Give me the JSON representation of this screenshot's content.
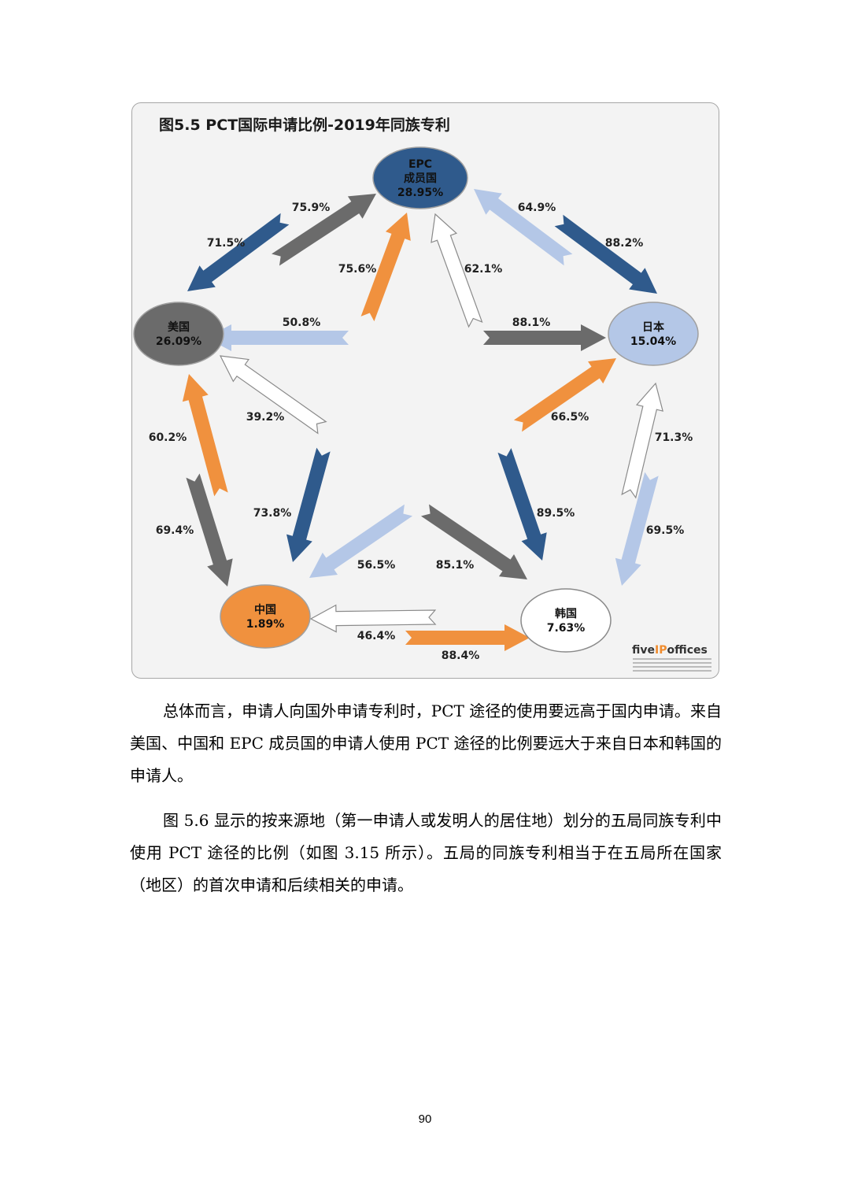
{
  "figure": {
    "title": "图5.5 PCT国际申请比例-2019年同族专利",
    "nodes": {
      "epc": {
        "name1": "EPC",
        "name2": "成员国",
        "pct": "28.95%",
        "color": "#2f5a8c"
      },
      "us": {
        "name": "美国",
        "pct": "26.09%",
        "color": "#6b6b6b"
      },
      "japan": {
        "name": "日本",
        "pct": "15.04%",
        "color": "#b4c7e7"
      },
      "china": {
        "name": "中国",
        "pct": "1.89%",
        "color": "#f0913e"
      },
      "korea": {
        "name": "韩国",
        "pct": "7.63%",
        "color": "#ffffff"
      }
    },
    "flows": [
      {
        "from": "美国",
        "to": "EPC成员国",
        "value": "75.9%"
      },
      {
        "from": "EPC成员国",
        "to": "美国",
        "value": "71.5%"
      },
      {
        "from": "中国",
        "to": "EPC成员国",
        "value": "75.6%"
      },
      {
        "from": "韩国",
        "to": "EPC成员国",
        "value": "62.1%"
      },
      {
        "from": "日本",
        "to": "EPC成员国",
        "value": "64.9%"
      },
      {
        "from": "EPC成员国",
        "to": "日本",
        "value": "88.2%"
      },
      {
        "from": "日本",
        "to": "美国",
        "value": "50.8%"
      },
      {
        "from": "美国",
        "to": "日本",
        "value": "88.1%"
      },
      {
        "from": "韩国",
        "to": "美国",
        "value": "39.2%"
      },
      {
        "from": "中国",
        "to": "日本",
        "value": "66.5%"
      },
      {
        "from": "中国",
        "to": "美国",
        "value": "60.2%"
      },
      {
        "from": "美国",
        "to": "中国",
        "value": "69.4%"
      },
      {
        "from": "EPC成员国",
        "to": "中国",
        "value": "73.8%"
      },
      {
        "from": "EPC成员国",
        "to": "韩国",
        "value": "89.5%"
      },
      {
        "from": "韩国",
        "to": "日本",
        "value": "71.3%"
      },
      {
        "from": "日本",
        "to": "韩国",
        "value": "69.5%"
      },
      {
        "from": "日本",
        "to": "中国",
        "value": "56.5%"
      },
      {
        "from": "美国",
        "to": "韩国",
        "value": "85.1%"
      },
      {
        "from": "韩国",
        "to": "中国",
        "value": "46.4%"
      },
      {
        "from": "中国",
        "to": "韩国",
        "value": "88.4%"
      }
    ],
    "logo": {
      "prefix": "five",
      "accent": "IP",
      "suffix": "offices"
    }
  },
  "paragraphs": [
    "总体而言，申请人向国外申请专利时，PCT 途径的使用要远高于国内申请。来自美国、中国和 EPC 成员国的申请人使用 PCT 途径的比例要远大于来自日本和韩国的申请人。",
    "图 5.6 显示的按来源地（第一申请人或发明人的居住地）划分的五局同族专利中使用 PCT 途径的比例（如图 3.15 所示）。五局的同族专利相当于在五局所在国家（地区）的首次申请和后续相关的申请。"
  ],
  "page_number": "90"
}
